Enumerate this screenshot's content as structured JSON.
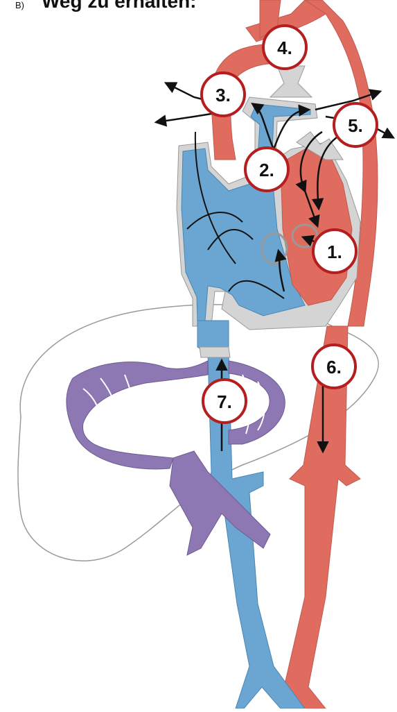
{
  "header": {
    "prefix": "B)",
    "title": "Weg zu erhalten:"
  },
  "labels": {
    "l1": "1.",
    "l2": "2.",
    "l3": "3.",
    "l4": "4.",
    "l5": "5.",
    "l6": "6.",
    "l7": "7."
  },
  "colors": {
    "artery": "#e06c5f",
    "vein": "#6aa6d1",
    "portal": "#8e78b3",
    "wall": "#d4d4d4",
    "label_ring": "#b51e1e"
  }
}
